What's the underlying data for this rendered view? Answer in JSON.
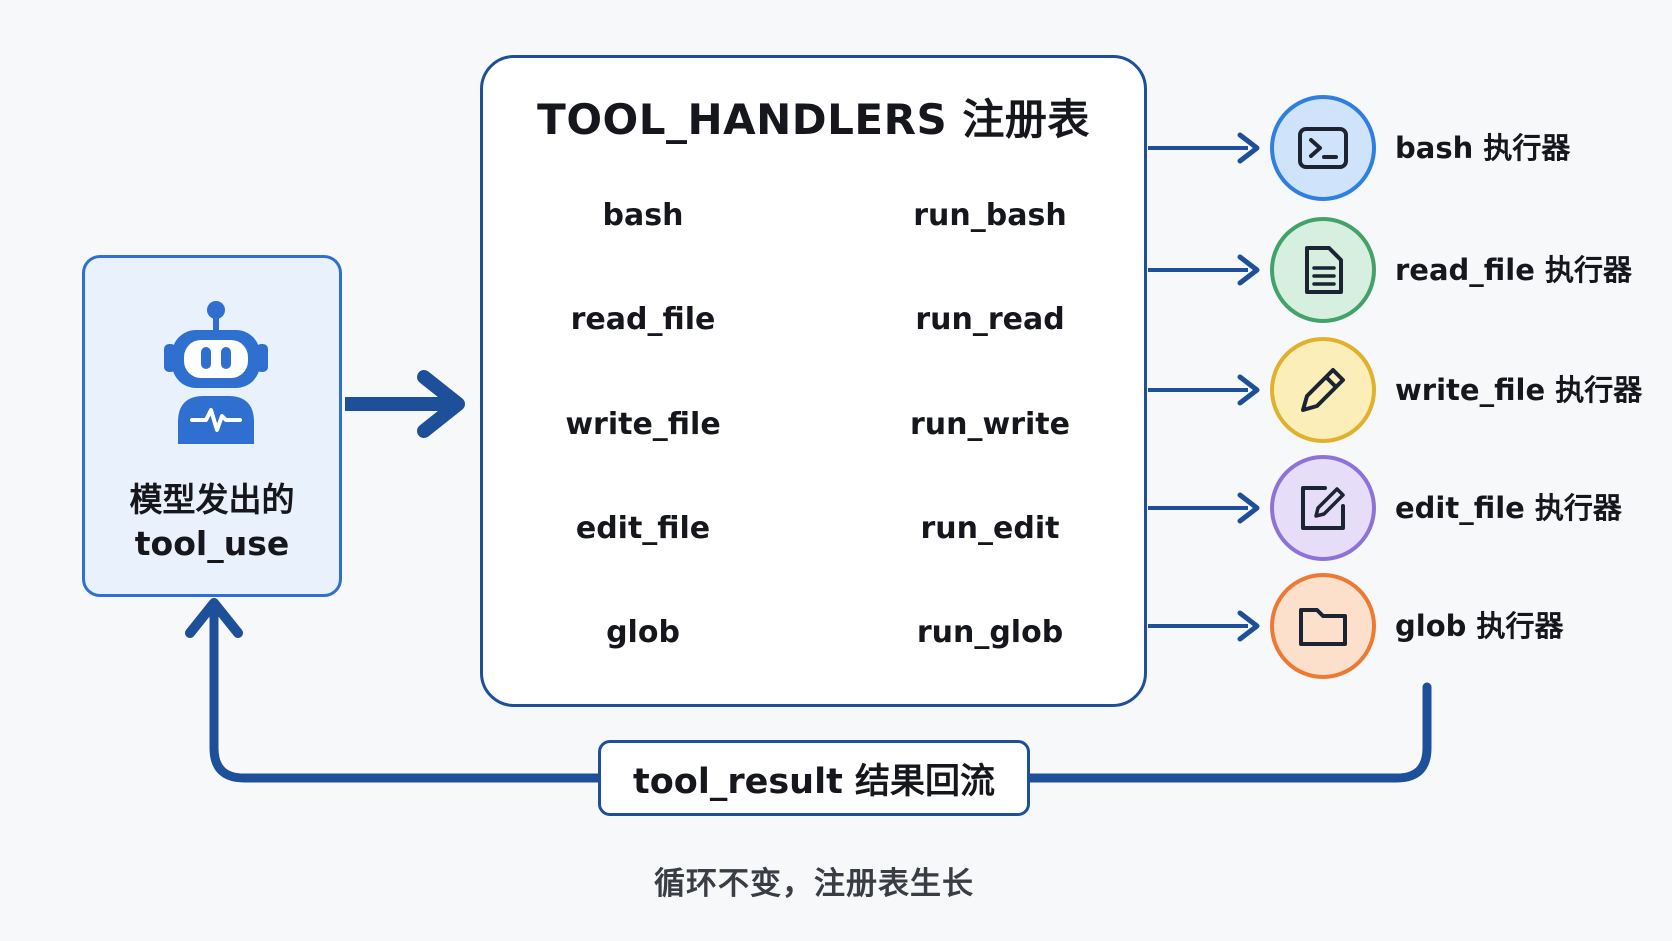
{
  "model": {
    "line1": "模型发出的",
    "line2": "tool_use",
    "icon": "robot-icon"
  },
  "registry": {
    "title": "TOOL_HANDLERS 注册表",
    "rows": [
      {
        "tool": "bash",
        "handler": "run_bash"
      },
      {
        "tool": "read_file",
        "handler": "run_read"
      },
      {
        "tool": "write_file",
        "handler": "run_write"
      },
      {
        "tool": "edit_file",
        "handler": "run_edit"
      },
      {
        "tool": "glob",
        "handler": "run_glob"
      }
    ]
  },
  "executors": [
    {
      "label": "bash 执行器",
      "icon": "terminal-icon",
      "color": "#2f7fe0",
      "fill": "#cfe4fb"
    },
    {
      "label": "read_file 执行器",
      "icon": "document-icon",
      "color": "#42a26a",
      "fill": "#d7efdf"
    },
    {
      "label": "write_file 执行器",
      "icon": "pencil-icon",
      "color": "#e0b12c",
      "fill": "#fbeeb8"
    },
    {
      "label": "edit_file 执行器",
      "icon": "edit-icon",
      "color": "#8d73d8",
      "fill": "#e6def8"
    },
    {
      "label": "glob 执行器",
      "icon": "folder-icon",
      "color": "#ec7a35",
      "fill": "#fde0cc"
    }
  ],
  "result": {
    "label": "tool_result 结果回流"
  },
  "caption": "循环不变，注册表生长",
  "colors": {
    "accent_blue": "#1e4f99",
    "tool_fill": "#dde9f8",
    "tool_stroke": "#7aa6df",
    "handler_fill": "#dcefe0",
    "handler_stroke": "#86c596"
  }
}
